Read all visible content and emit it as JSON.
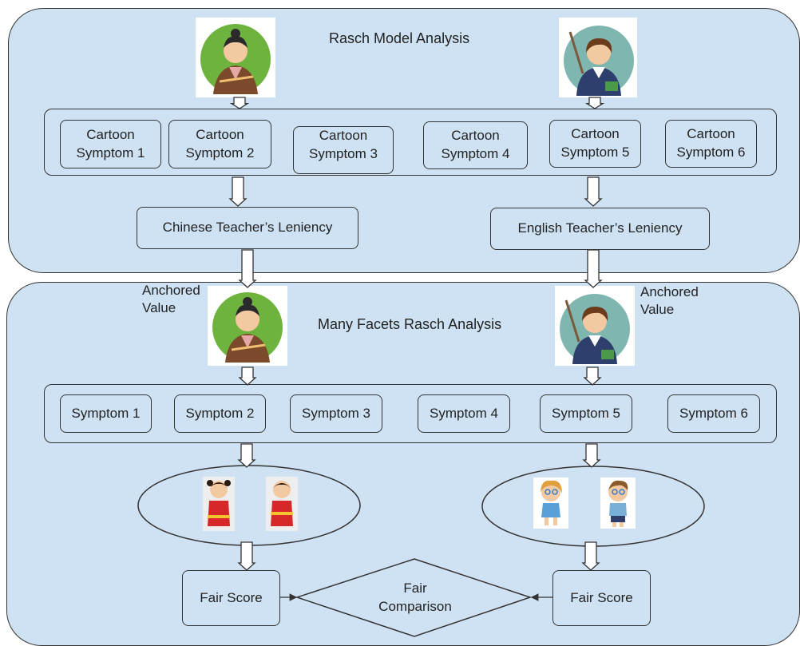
{
  "top_panel": {
    "title": "Rasch Model Analysis",
    "cartoon_symptoms": [
      {
        "line1": "Cartoon",
        "line2": "Symptom 1"
      },
      {
        "line1": "Cartoon",
        "line2": "Symptom 2"
      },
      {
        "line1": "Cartoon",
        "line2": "Symptom 3"
      },
      {
        "line1": "Cartoon",
        "line2": "Symptom 4"
      },
      {
        "line1": "Cartoon",
        "line2": "Symptom 5"
      },
      {
        "line1": "Cartoon",
        "line2": "Symptom 6"
      }
    ],
    "chinese_leniency": "Chinese Teacher’s Leniency",
    "english_leniency": "English Teacher’s Leniency"
  },
  "bottom_panel": {
    "title": "Many Facets Rasch Analysis",
    "anchored_left": {
      "line1": "Anchored",
      "line2": "Value"
    },
    "anchored_right": {
      "line1": "Anchored",
      "line2": "Value"
    },
    "symptoms": [
      "Symptom 1",
      "Symptom 2",
      "Symptom 3",
      "Symptom 4",
      "Symptom 5",
      "Symptom 6"
    ],
    "fair_score_left": "Fair Score",
    "fair_score_right": "Fair Score",
    "comparison": {
      "line1": "Fair",
      "line2": "Comparison"
    }
  },
  "icons": {
    "chinese_teacher": "chinese-teacher-icon",
    "english_teacher": "english-teacher-icon",
    "chinese_girl": "chinese-girl-student-icon",
    "chinese_boy": "chinese-boy-student-icon",
    "western_girl": "western-girl-student-icon",
    "western_boy": "western-boy-student-icon"
  },
  "colors": {
    "panel_fill": "#cfe2f3",
    "stroke": "#333333",
    "teacher_circle_left": "#6fb33f",
    "teacher_circle_right": "#7fb6b0"
  }
}
